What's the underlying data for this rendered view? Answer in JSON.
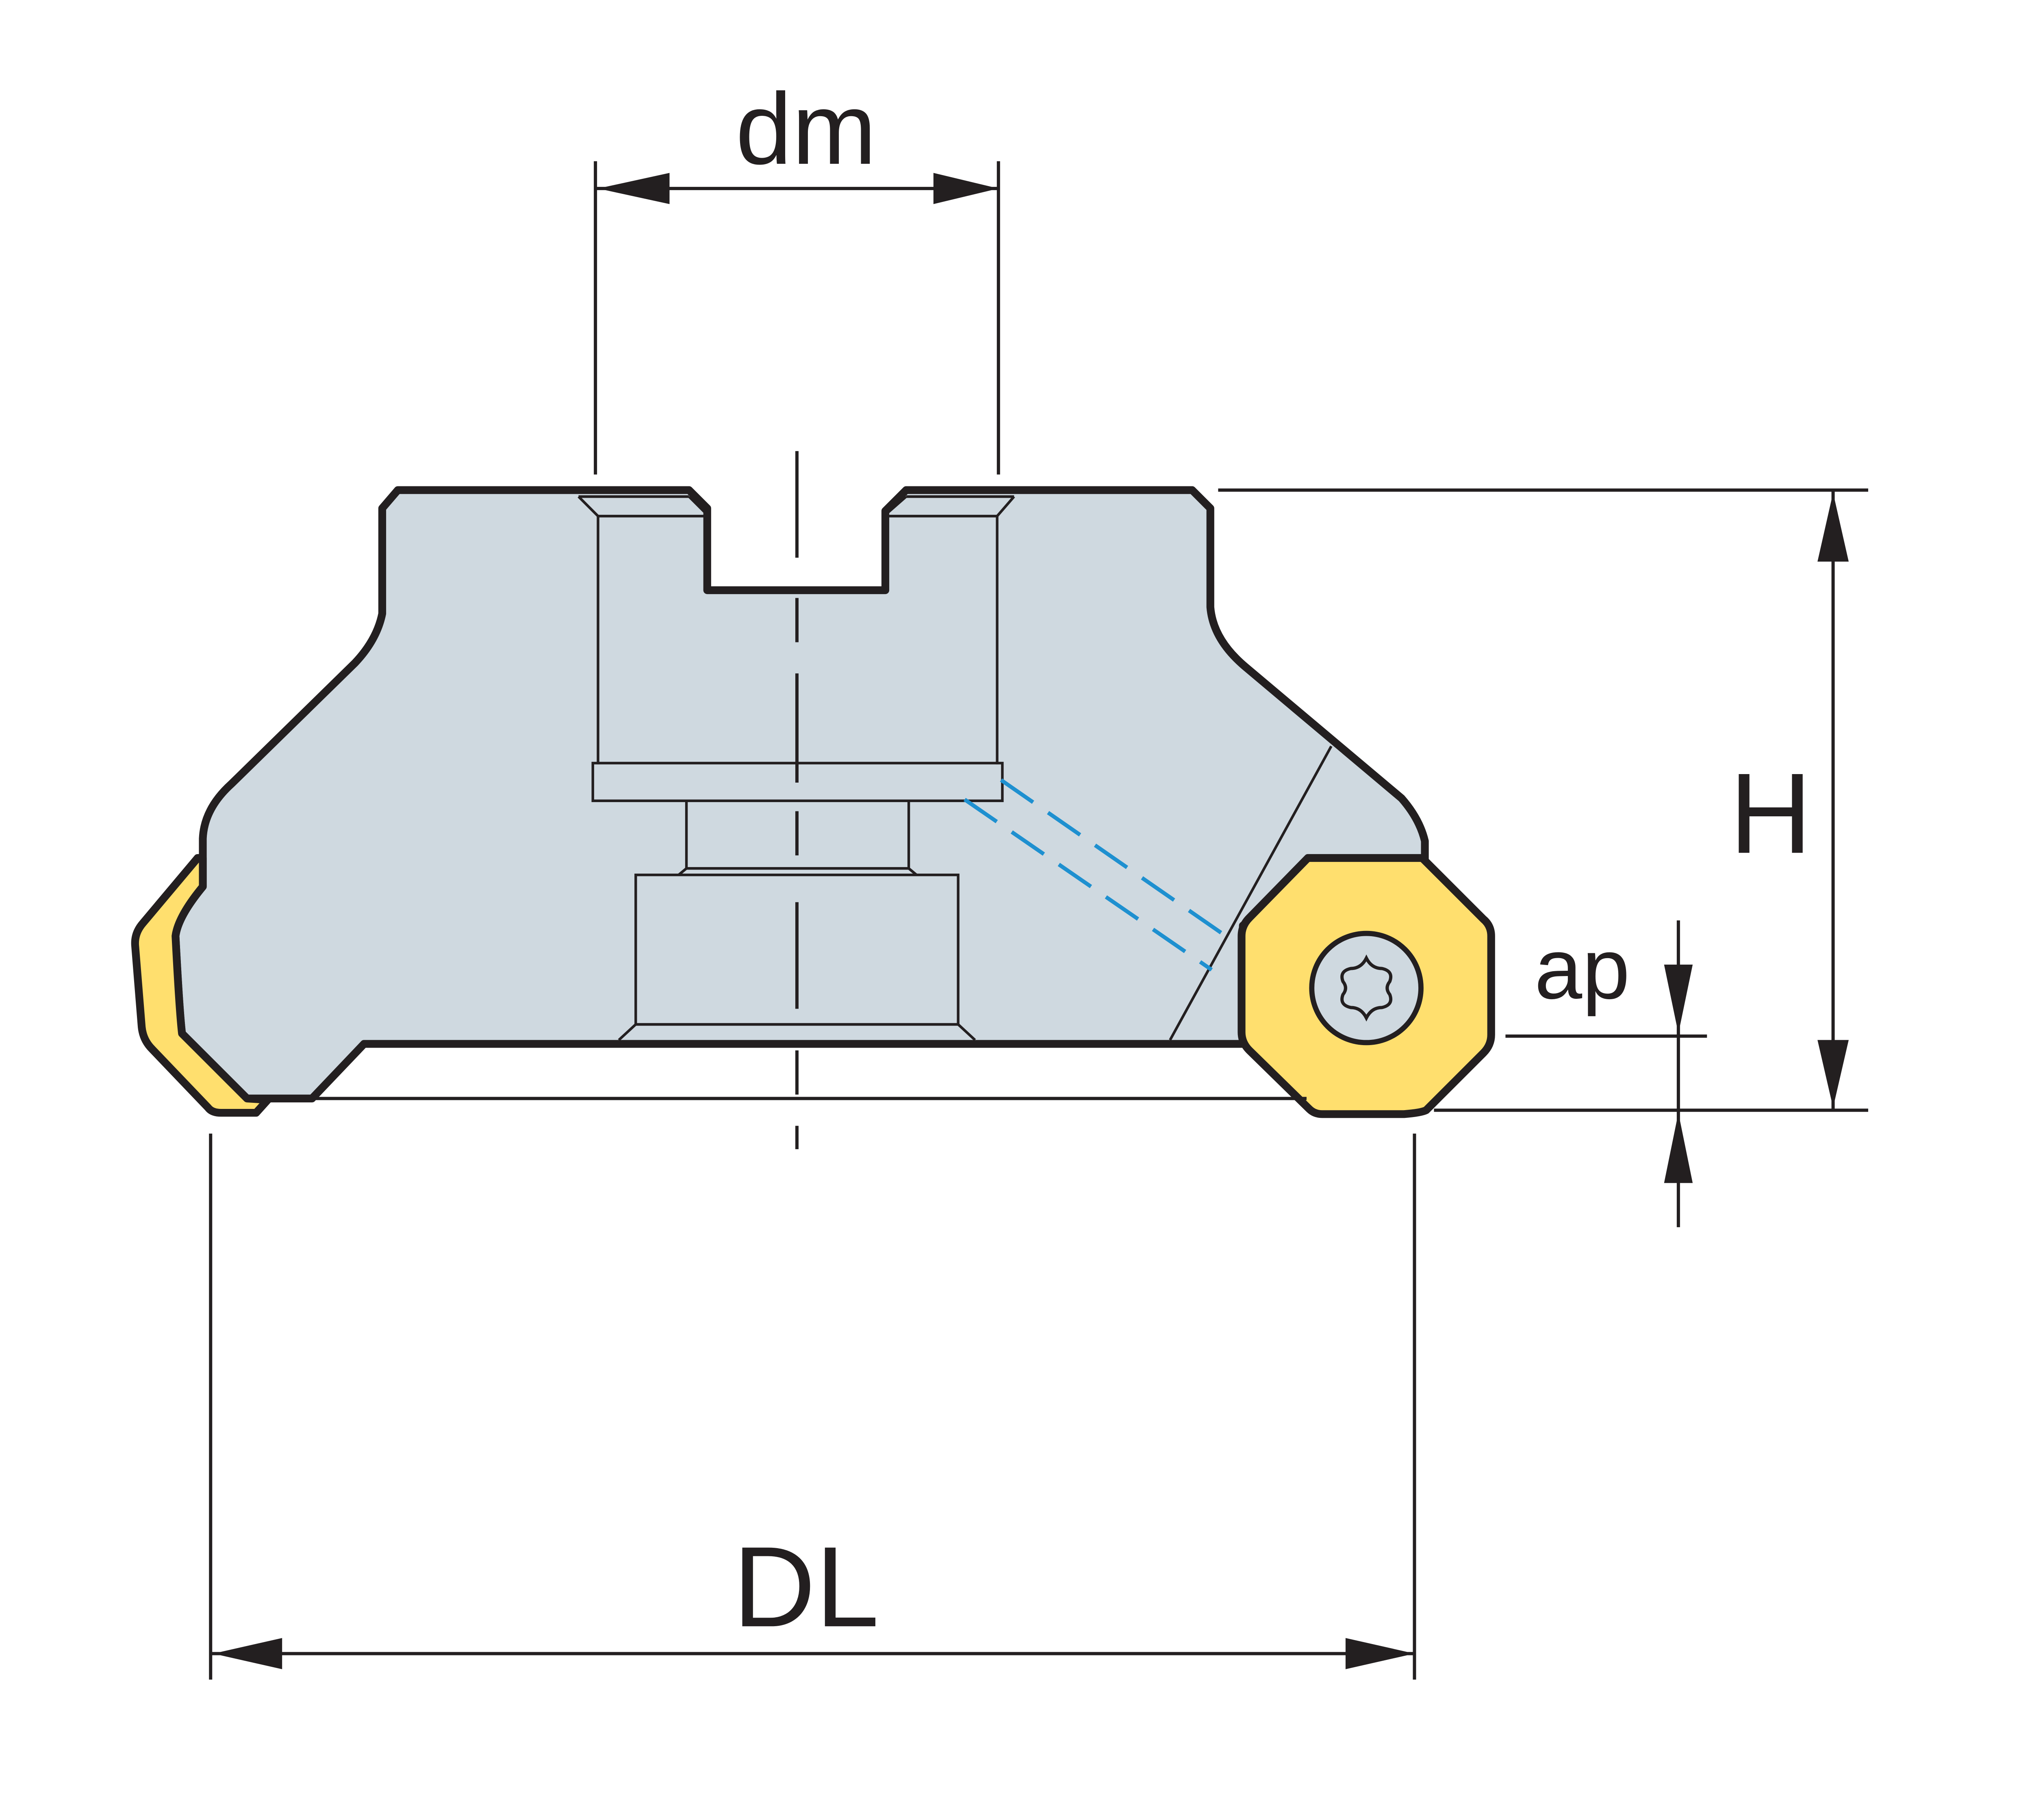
{
  "colors": {
    "body_fill": "#cfd9e0",
    "insert_fill": "#ffdf6e",
    "outline": "#231f20",
    "coolant": "#1e90d0",
    "background": "#ffffff"
  },
  "labels": {
    "dm": "dm",
    "H": "H",
    "ap": "ap",
    "DL": "DL"
  },
  "icons": {
    "screw": "torx-screw-icon",
    "arrow": "arrow-head-icon"
  }
}
